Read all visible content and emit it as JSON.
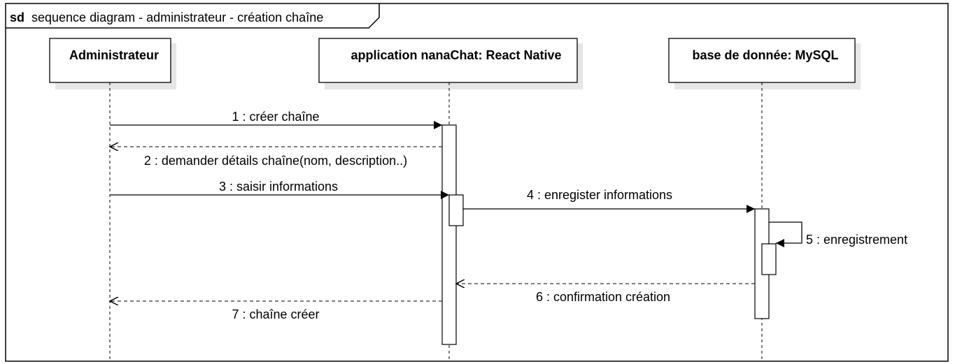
{
  "frame": {
    "keyword": "sd",
    "title": "sequence diagram - administrateur - création chaîne"
  },
  "lifelines": [
    {
      "id": "admin",
      "label": "Administrateur"
    },
    {
      "id": "app",
      "label": "application nanaChat: React Native"
    },
    {
      "id": "db",
      "label": "base de donnée: MySQL"
    }
  ],
  "messages": [
    {
      "label": "1 : créer chaîne",
      "from": "admin",
      "to": "app",
      "kind": "sync"
    },
    {
      "label": "2 : demander détails chaîne(nom, description..)",
      "from": "app",
      "to": "admin",
      "kind": "reply"
    },
    {
      "label": "3 : saisir informations",
      "from": "admin",
      "to": "app",
      "kind": "sync"
    },
    {
      "label": "4 : enregister informations",
      "from": "app",
      "to": "db",
      "kind": "sync"
    },
    {
      "label": "5 : enregistrement",
      "from": "db",
      "to": "db",
      "kind": "self"
    },
    {
      "label": "6 : confirmation création",
      "from": "db",
      "to": "app",
      "kind": "reply"
    },
    {
      "label": "7 : chaîne créer",
      "from": "app",
      "to": "admin",
      "kind": "reply"
    }
  ]
}
